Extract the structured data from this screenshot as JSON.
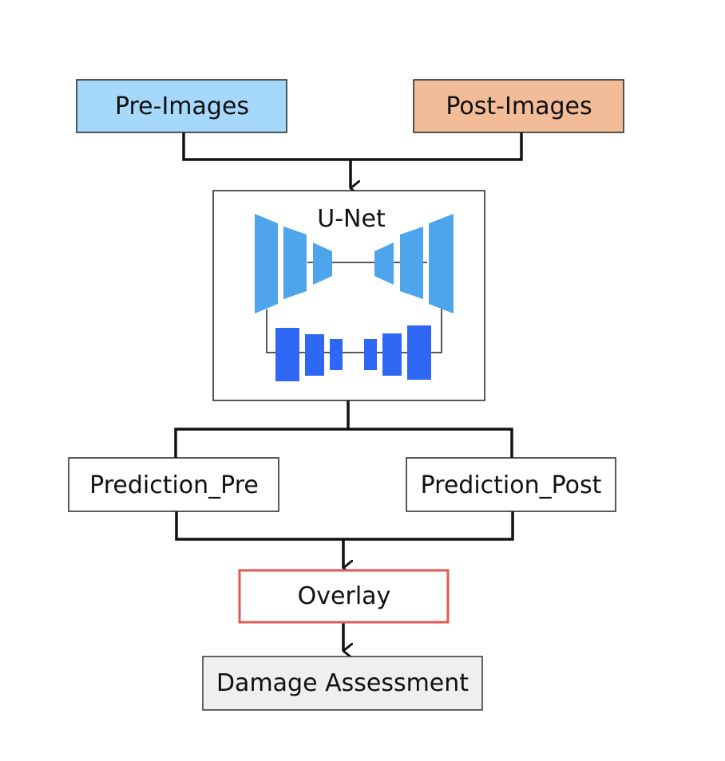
{
  "nodes": {
    "pre_images": {
      "label": "Pre-Images",
      "fill": "#a6d8fb"
    },
    "post_images": {
      "label": "Post-Images",
      "fill": "#f2bc98"
    },
    "unet": {
      "label": "U-Net"
    },
    "prediction_pre": {
      "label": "Prediction_Pre"
    },
    "prediction_post": {
      "label": "Prediction_Post"
    },
    "overlay": {
      "label": "Overlay",
      "border": "#e05a55"
    },
    "damage_assessment": {
      "label": "Damage Assessment",
      "fill": "#efefed"
    }
  },
  "unet_colors": {
    "encoder_decoder": "#4ea5ec",
    "bottleneck": "#2d67f3"
  }
}
